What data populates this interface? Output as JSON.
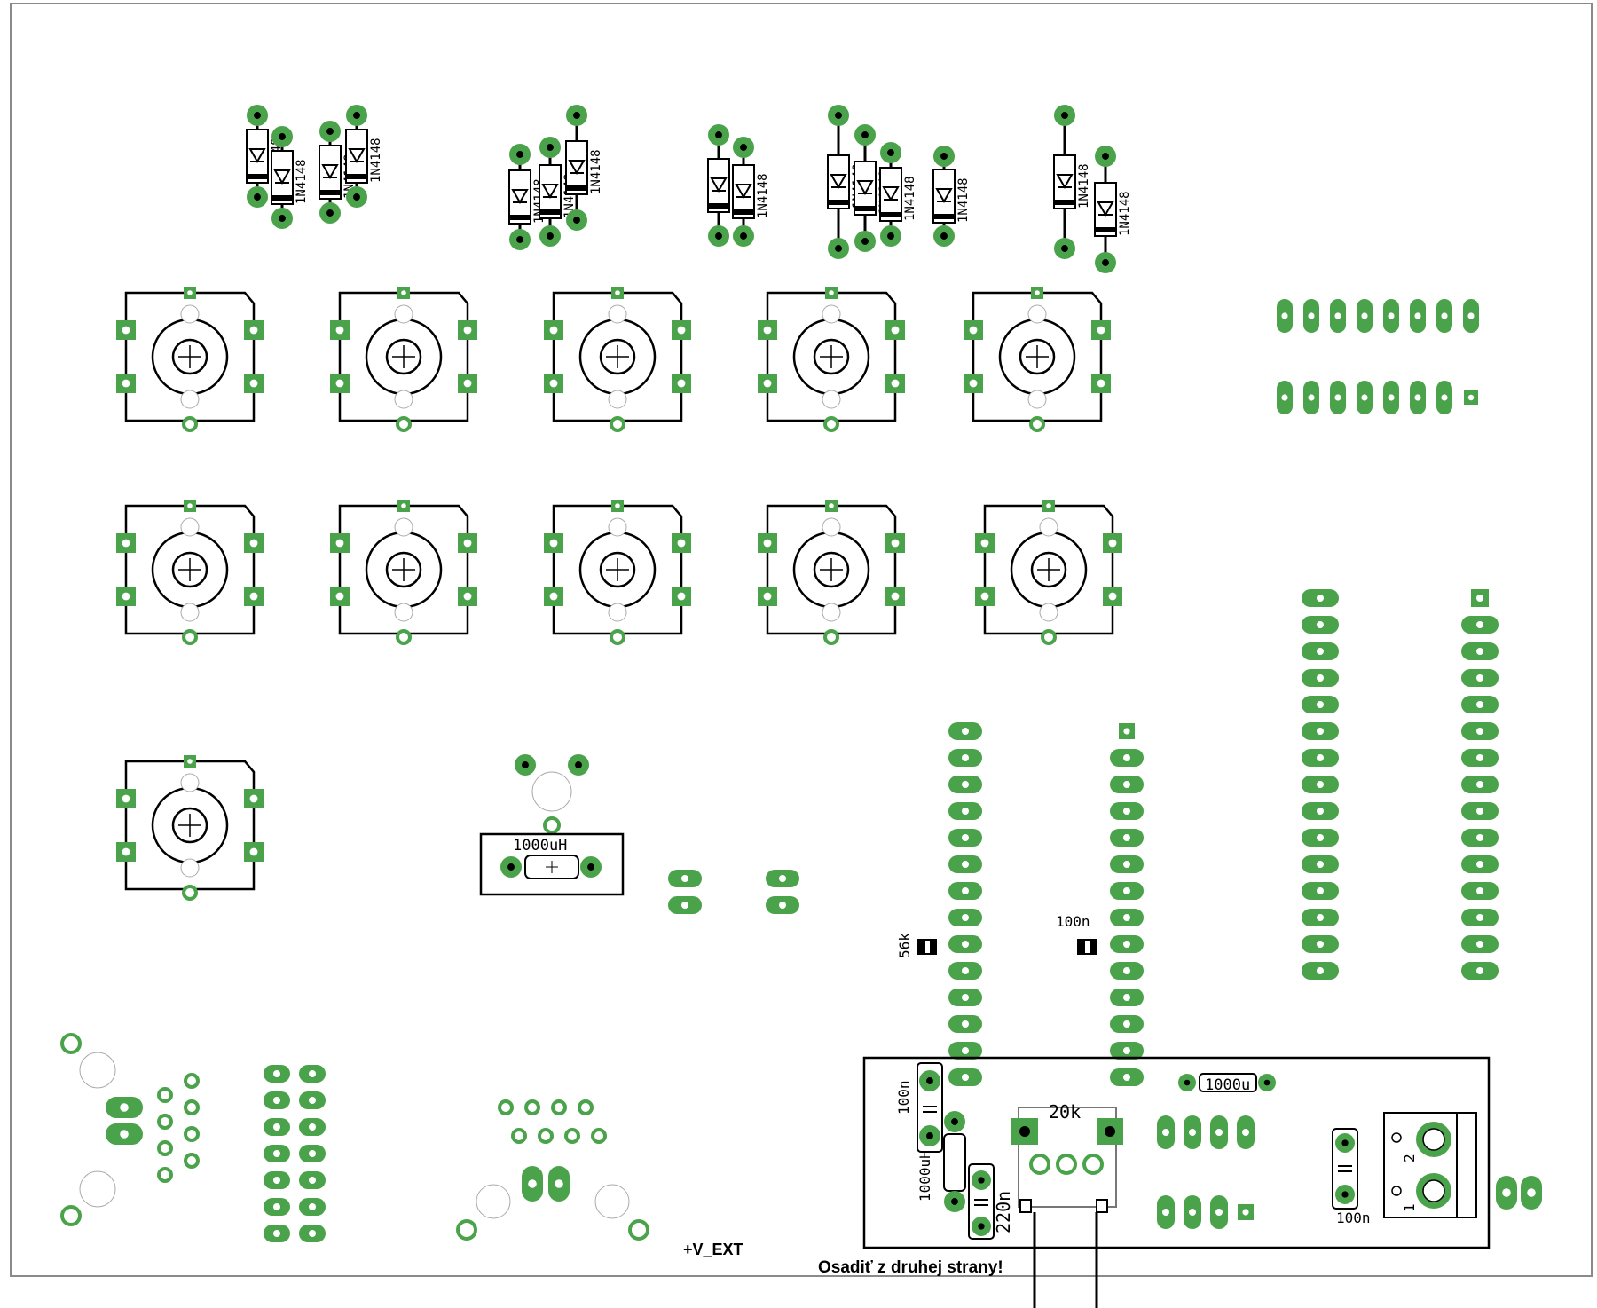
{
  "board": {
    "outline_color": "#8a8a8a",
    "copper_color": "#4aa34a",
    "silk_color": "#000000"
  },
  "diode_part": "1N4148",
  "labels": {
    "inductor_top": "1000uH",
    "inductor_bottom": "1000uH",
    "cap_56k": "56k",
    "cap_100n_mid": "100n",
    "cap_100n_left": "100n",
    "cap_220n": "220n",
    "pot_20k": "20k",
    "resistor_1000": "1000u",
    "cap_100n_right": "100n",
    "terminal_pin1": "1",
    "terminal_pin2": "2",
    "v_ext": "+V_EXT",
    "note": "Osadiť z druhej strany!"
  }
}
